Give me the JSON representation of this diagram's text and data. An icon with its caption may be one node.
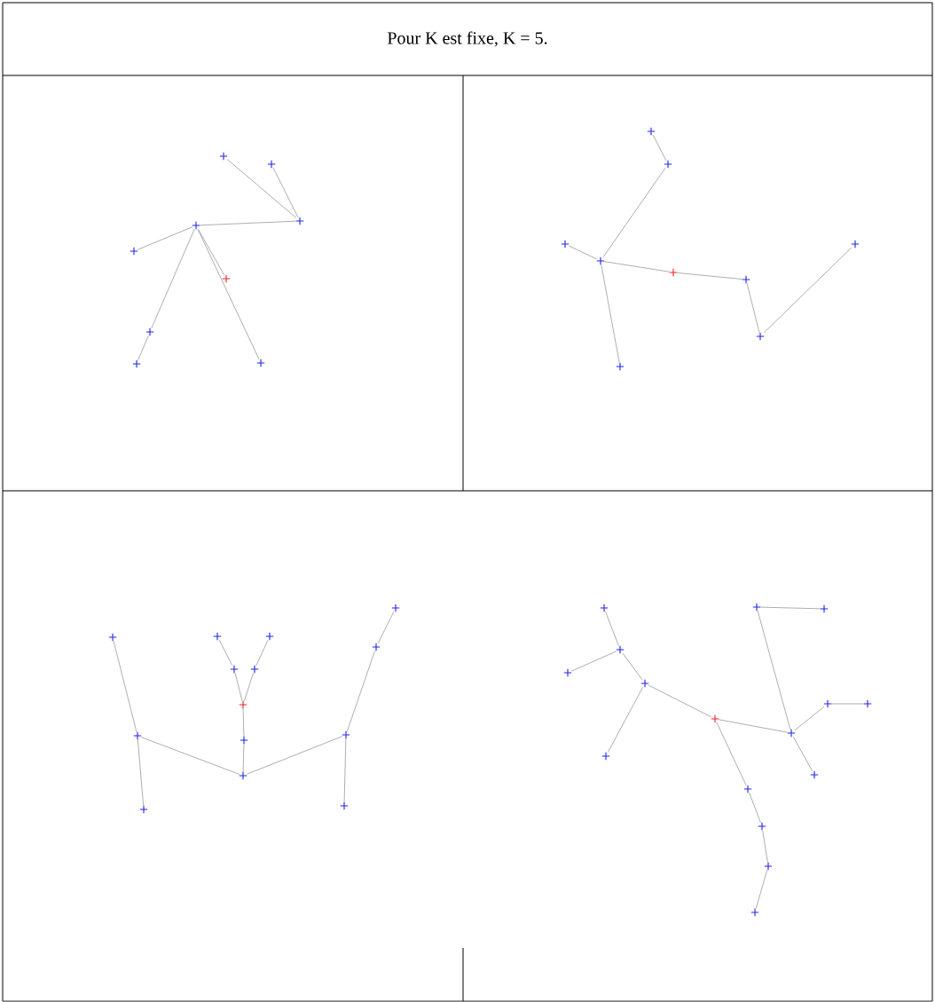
{
  "diagram": {
    "title": "Pour K est fixe, K = 5.",
    "nodes": [
      {
        "text": [],
        "shape": "cross"
      },
      {
        "text": [],
        "shape": "cross"
      },
      {
        "text": [],
        "shape": "cross"
      },
      {
        "text": [],
        "shape": "cross"
      },
      {
        "text": [],
        "shape": "cross"
      },
      {
        "text": [],
        "shape": "cross"
      },
      {
        "text": [],
        "shape": "cross"
      },
      {
        "text": [],
        "shape": "cross"
      },
      {
        "text": [],
        "shape": "cross"
      },
      {
        "text": [],
        "shape": "cross"
      },
      {
        "text": [],
        "shape": "cross"
      },
      {
        "text": [],
        "shape": "cross"
      },
      {
        "text": [],
        "shape": "cross"
      },
      {
        "text": [],
        "shape": "cross"
      },
      {
        "text": [],
        "shape": "cross"
      },
      {
        "text": [],
        "shape": "cross"
      },
      {
        "text": [],
        "shape": "cross"
      },
      {
        "text": [],
        "shape": "cross"
      },
      {
        "text": [],
        "shape": "cross"
      },
      {
        "text": [],
        "shape": "cross"
      },
      {
        "text": [],
        "shape": "cross"
      },
      {
        "text": [],
        "shape": "cross"
      },
      {
        "text": [],
        "shape": "cross"
      },
      {
        "text": [],
        "shape": "cross"
      },
      {
        "text": [],
        "shape": "cross"
      },
      {
        "text": [],
        "shape": "cross"
      },
      {
        "text": [],
        "shape": "cross"
      },
      {
        "text": [],
        "shape": "cross"
      },
      {
        "text": [],
        "shape": "cross"
      },
      {
        "text": [],
        "shape": "cross"
      },
      {
        "text": [],
        "shape": "cross"
      },
      {
        "text": [],
        "shape": "cross"
      },
      {
        "text": [],
        "shape": "cross"
      },
      {
        "text": [],
        "shape": "cross"
      },
      {
        "text": [],
        "shape": "cross"
      },
      {
        "text": [],
        "shape": "cross"
      },
      {
        "text": [],
        "shape": "cross"
      },
      {
        "text": [],
        "shape": "cross"
      },
      {
        "text": [],
        "shape": "cross"
      },
      {
        "text": [],
        "shape": "cross"
      },
      {
        "text": [],
        "shape": "cross"
      },
      {
        "text": [],
        "shape": "cross"
      },
      {
        "text": [],
        "shape": "cross"
      },
      {
        "text": [],
        "shape": "cross"
      },
      {
        "text": [],
        "shape": "cross"
      },
      {
        "text": [],
        "shape": "cross"
      },
      {
        "text": [],
        "shape": "cross"
      },
      {
        "text": [],
        "shape": "cross"
      }
    ],
    "edges": [
      {
        "from": 0,
        "to": 2,
        "arrow": "none"
      },
      {
        "from": 1,
        "to": 2,
        "arrow": "none"
      },
      {
        "from": 3,
        "to": 2,
        "arrow": "none"
      },
      {
        "from": 3,
        "to": 4,
        "arrow": "none"
      },
      {
        "from": 3,
        "to": 6,
        "arrow": "none"
      },
      {
        "from": 6,
        "to": 7,
        "arrow": "none"
      },
      {
        "from": 3,
        "to": 8,
        "arrow": "none"
      },
      {
        "from": 3,
        "to": 5,
        "arrow": "none"
      },
      {
        "from": 9,
        "to": 10,
        "arrow": "none"
      },
      {
        "from": 10,
        "to": 12,
        "arrow": "none"
      },
      {
        "from": 11,
        "to": 12,
        "arrow": "none"
      },
      {
        "from": 12,
        "to": 17,
        "arrow": "none"
      },
      {
        "from": 12,
        "to": 13,
        "arrow": "none"
      },
      {
        "from": 13,
        "to": 14,
        "arrow": "none"
      },
      {
        "from": 14,
        "to": 16,
        "arrow": "none"
      },
      {
        "from": 16,
        "to": 15,
        "arrow": "none"
      },
      {
        "from": 18,
        "to": 26,
        "arrow": "none"
      },
      {
        "from": 26,
        "to": 30,
        "arrow": "none"
      },
      {
        "from": 26,
        "to": 29,
        "arrow": "none"
      },
      {
        "from": 29,
        "to": 27,
        "arrow": "none"
      },
      {
        "from": 27,
        "to": 25,
        "arrow": "none"
      },
      {
        "from": 25,
        "to": 22,
        "arrow": "none"
      },
      {
        "from": 22,
        "to": 19,
        "arrow": "none"
      },
      {
        "from": 25,
        "to": 23,
        "arrow": "none"
      },
      {
        "from": 23,
        "to": 20,
        "arrow": "none"
      },
      {
        "from": 29,
        "to": 28,
        "arrow": "none"
      },
      {
        "from": 28,
        "to": 31,
        "arrow": "none"
      },
      {
        "from": 28,
        "to": 24,
        "arrow": "none"
      },
      {
        "from": 24,
        "to": 21,
        "arrow": "none"
      },
      {
        "from": 32,
        "to": 35,
        "arrow": "none"
      },
      {
        "from": 35,
        "to": 36,
        "arrow": "none"
      },
      {
        "from": 35,
        "to": 37,
        "arrow": "none"
      },
      {
        "from": 37,
        "to": 42,
        "arrow": "none"
      },
      {
        "from": 37,
        "to": 40,
        "arrow": "none"
      },
      {
        "from": 40,
        "to": 41,
        "arrow": "none"
      },
      {
        "from": 41,
        "to": 33,
        "arrow": "none"
      },
      {
        "from": 33,
        "to": 34,
        "arrow": "none"
      },
      {
        "from": 41,
        "to": 38,
        "arrow": "none"
      },
      {
        "from": 38,
        "to": 39,
        "arrow": "none"
      },
      {
        "from": 41,
        "to": 43,
        "arrow": "none"
      },
      {
        "from": 40,
        "to": 44,
        "arrow": "none"
      },
      {
        "from": 44,
        "to": 45,
        "arrow": "none"
      },
      {
        "from": 45,
        "to": 46,
        "arrow": "none"
      },
      {
        "from": 46,
        "to": 47,
        "arrow": "none"
      }
    ]
  }
}
